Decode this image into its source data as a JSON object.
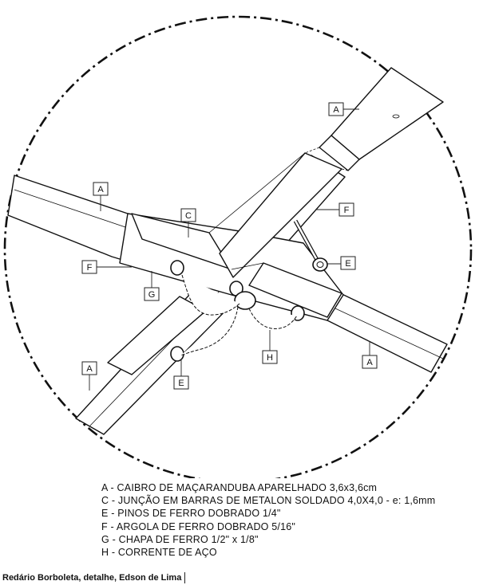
{
  "labels": {
    "a": "A",
    "c": "C",
    "e": "E",
    "f": "F",
    "g": "G",
    "h": "H"
  },
  "legend": [
    "A - CAIBRO DE MAÇARANDUBA APARELHADO 3,6x3,6cm",
    "C - JUNÇÃO EM BARRAS DE METALON SOLDADO 4,0X4,0 - e: 1,6mm",
    "E - PINOS DE FERRO DOBRADO 1/4\"",
    "F - ARGOLA DE FERRO DOBRADO 5/16\"",
    "G - CHAPA DE FERRO 1/2\" x 1/8\"",
    "H - CORRENTE DE AÇO"
  ],
  "caption": "Redário Borboleta, detalhe, Edson de Lima"
}
